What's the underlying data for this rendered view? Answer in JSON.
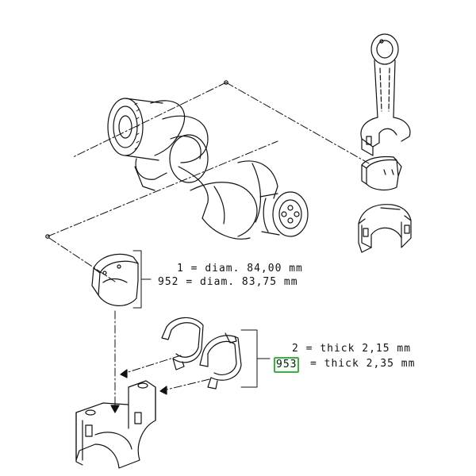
{
  "bearing_legend": {
    "row1": {
      "code": "1",
      "eq": "=",
      "text": "diam. 84,00 mm"
    },
    "row2": {
      "code": "952",
      "eq": "=",
      "text": "diam. 83,75 mm"
    }
  },
  "thrust_legend": {
    "row1": {
      "code": "2",
      "eq": "=",
      "text": "thick 2,15 mm"
    },
    "row2": {
      "code": "953",
      "eq": "=",
      "text": "thick 2,35 mm"
    }
  },
  "colors": {
    "line": "#111111",
    "highlight": "#3cb043",
    "background": "#ffffff"
  }
}
